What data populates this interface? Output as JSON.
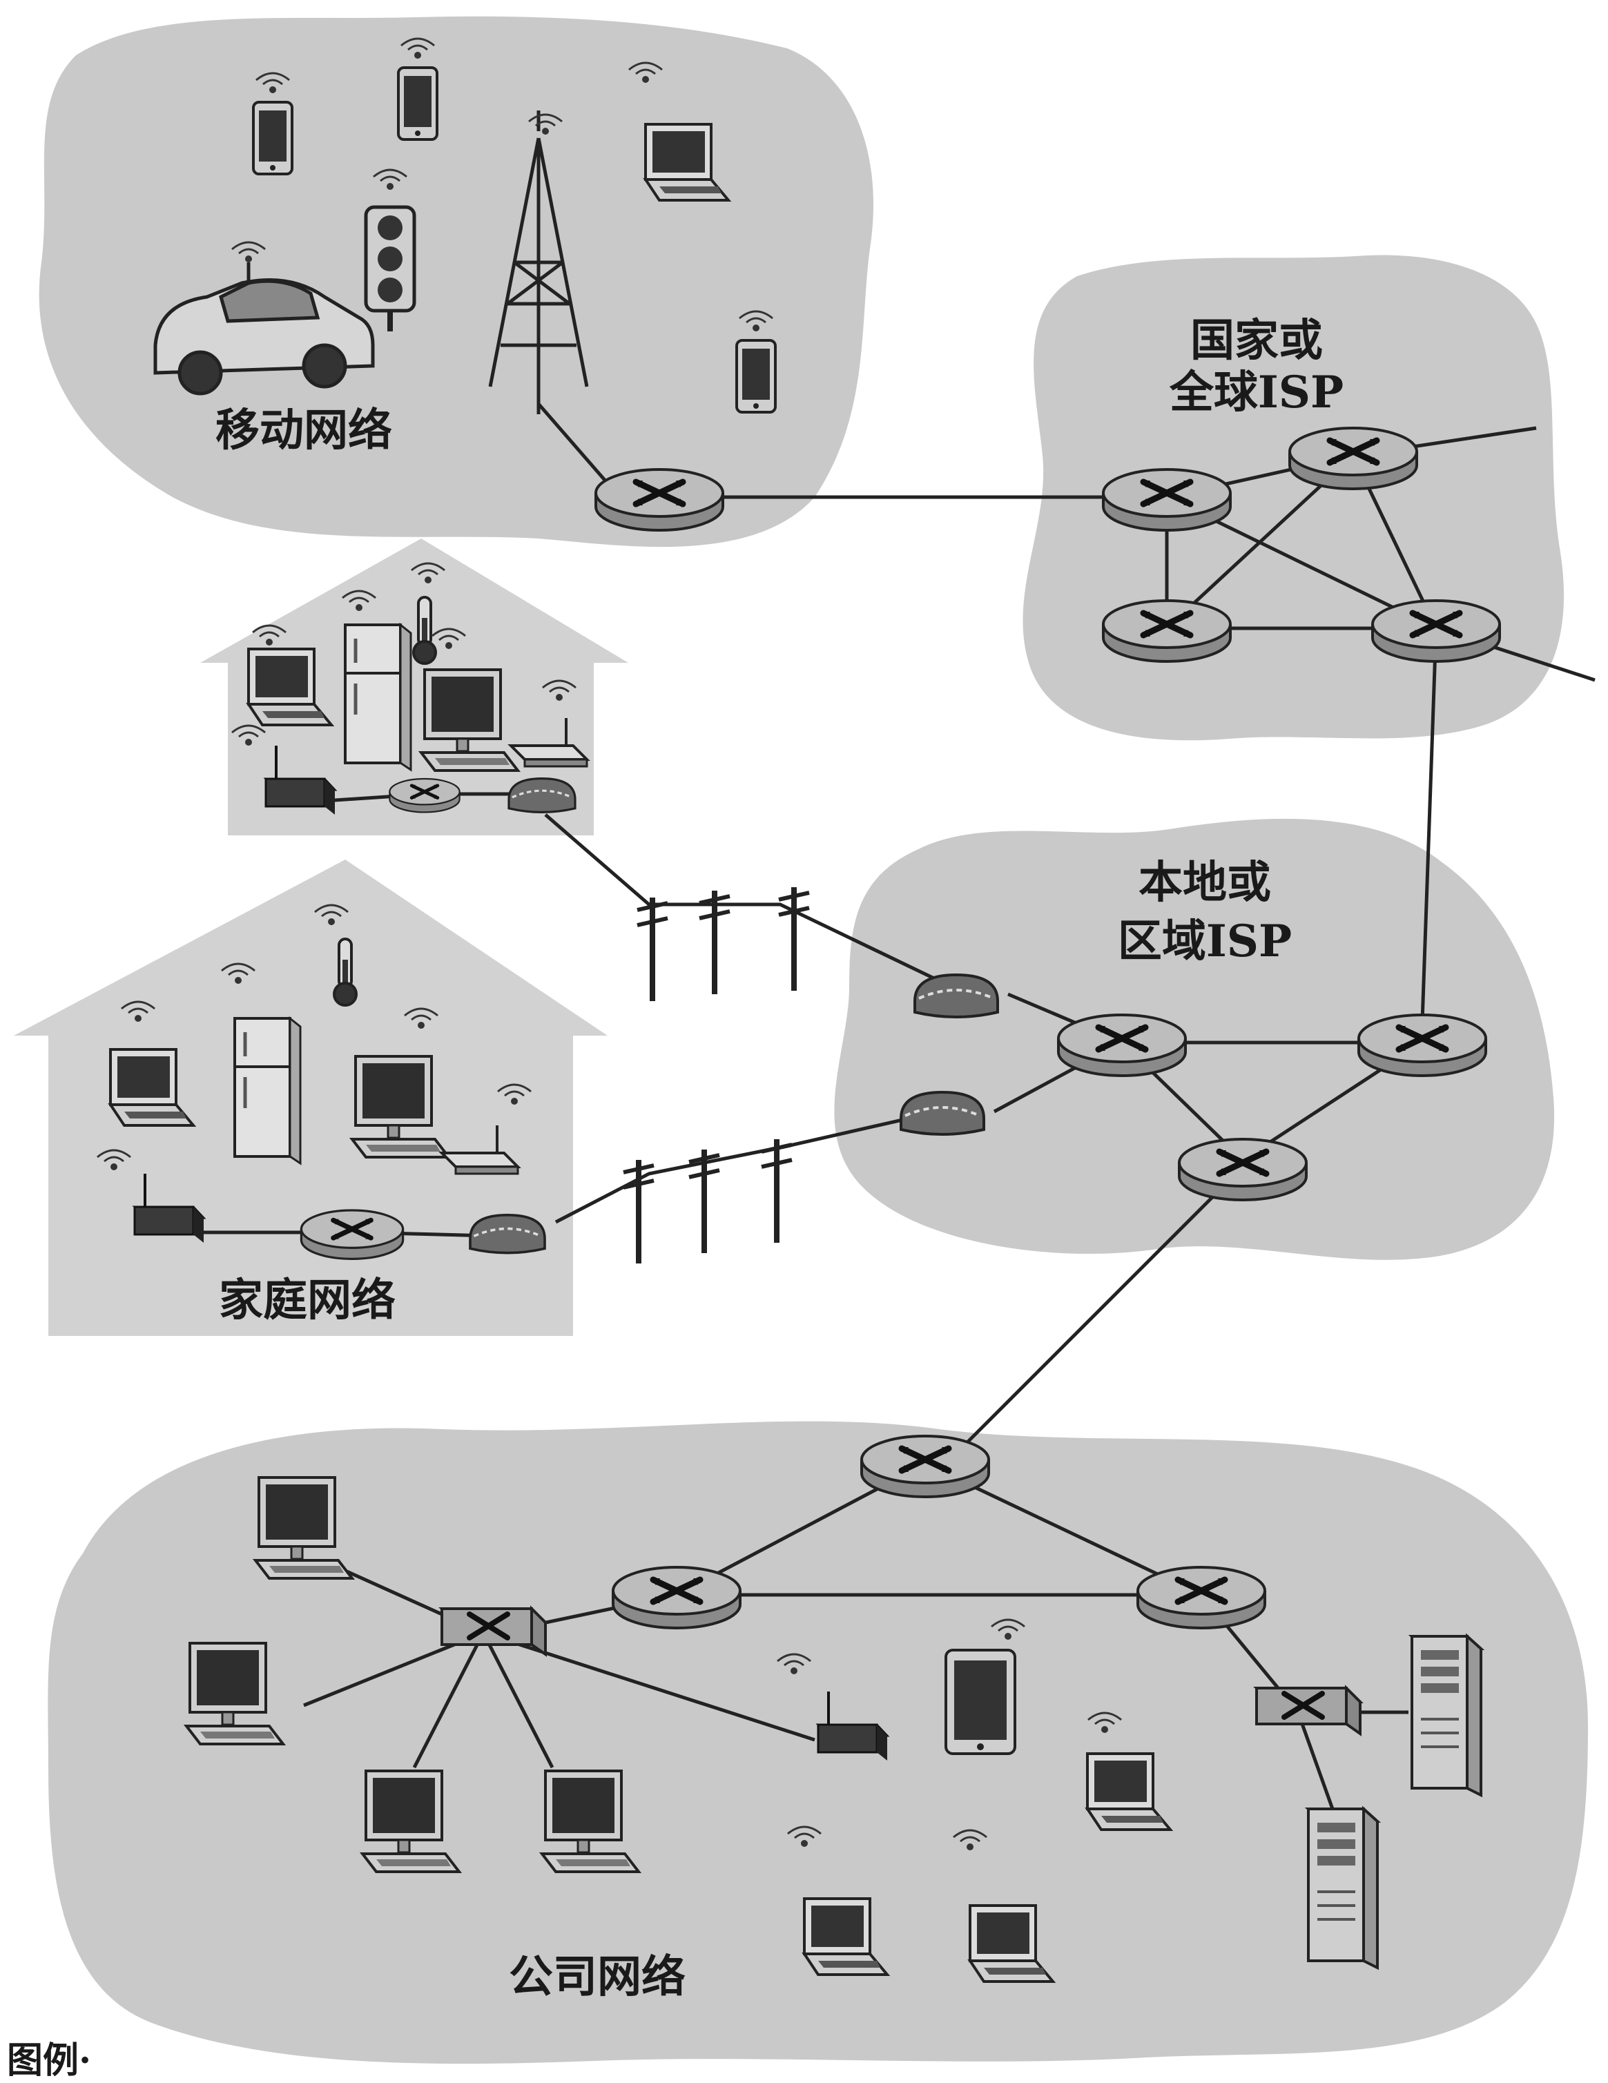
{
  "labels": {
    "mobile_network": "移动网络",
    "national_isp_line1": "国家或",
    "national_isp_line2": "全球ISP",
    "regional_isp_line1": "本地或",
    "regional_isp_line2": "区域ISP",
    "home_network": "家庭网络",
    "enterprise_network": "公司网络",
    "legend_title": "图例·"
  },
  "colors": {
    "cloud_fill": "#c9c9c9",
    "house_fill": "#d2d2d2",
    "router_fill": "#b8b8b8",
    "device_dark": "#2a2a2a",
    "link": "#222222"
  },
  "icons": [
    "router-icon",
    "link-switch-icon",
    "modem-icon",
    "cell-tower-icon",
    "smartphone-icon",
    "tablet-icon",
    "laptop-icon",
    "desktop-icon",
    "server-icon",
    "car-icon",
    "traffic-light-icon",
    "thermometer-icon",
    "fridge-icon",
    "wireless-ap-icon",
    "utility-pole-icon",
    "wireless-signal-icon"
  ]
}
